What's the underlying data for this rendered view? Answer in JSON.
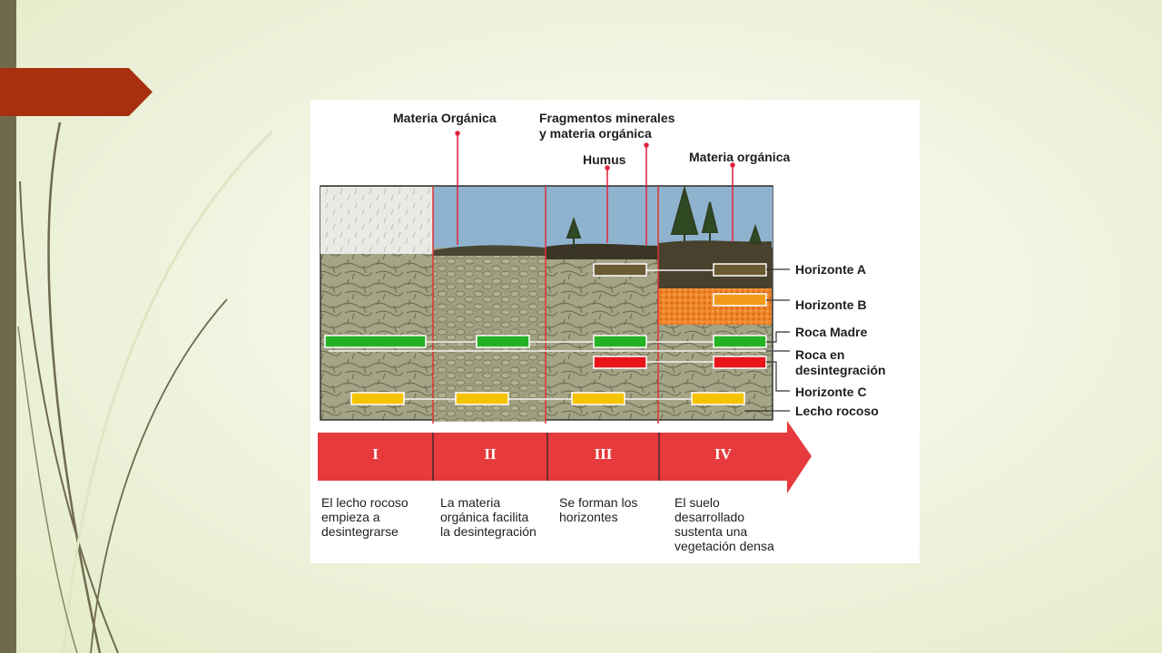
{
  "colors": {
    "sidebar": "#6f6a4e",
    "accent_tab": "#a8300f",
    "arrow": "#e63a3d",
    "sky": "#8fb3cf",
    "horizon_a": "#6b5a33",
    "horizon_b": "#f29b1a",
    "roca_madre": "#22b224",
    "roca_desintegracion": "#e8151b",
    "lecho_rocoso": "#f5c400",
    "callout_line": "#e0233a"
  },
  "diagram": {
    "top_labels": {
      "materia_organica_1": "Materia Orgánica",
      "fragmentos_line1": "Fragmentos minerales",
      "fragmentos_line2": "y materia orgánica",
      "humus": "Humus",
      "materia_organica_2": "Materia orgánica"
    },
    "legend": {
      "horizonte_a": "Horizonte A",
      "horizonte_b": "Horizonte B",
      "roca_madre": "Roca Madre",
      "roca_en": "Roca en",
      "desintegracion": "desintegración",
      "horizonte_c": "Horizonte C",
      "lecho_rocoso": "Lecho rocoso"
    },
    "stages": [
      {
        "numeral": "I",
        "caption": "El lecho rocoso\nempieza a\ndesintegrarse"
      },
      {
        "numeral": "II",
        "caption": "La materia\norgánica facilita\nla desintegración"
      },
      {
        "numeral": "III",
        "caption": "Se forman los\nhorizontes"
      },
      {
        "numeral": "IV",
        "caption": "El suelo\ndesarrollado\nsustenta una\nvegetación densa"
      }
    ]
  }
}
